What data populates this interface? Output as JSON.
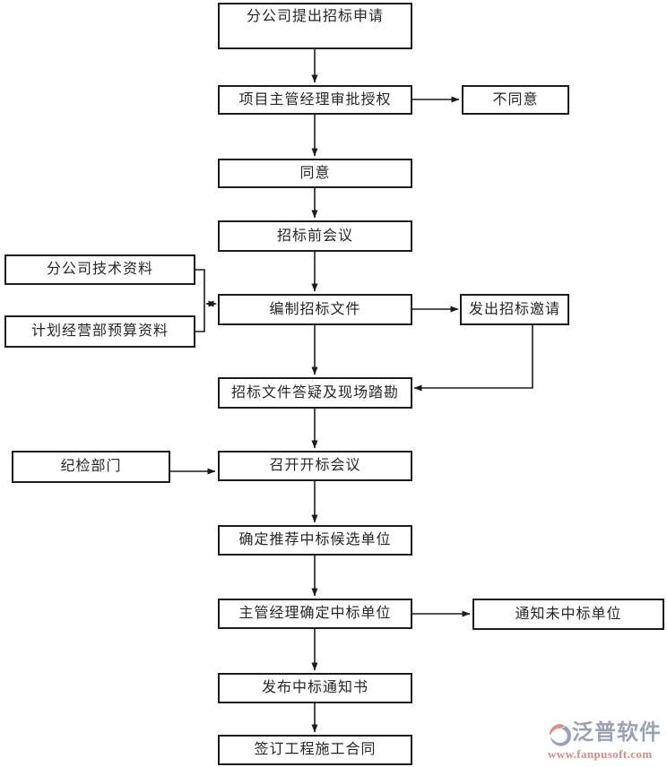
{
  "nodes": {
    "submit_application": "分公司提出招标申请",
    "manager_approval": "项目主管经理审批授权",
    "disagree": "不同意",
    "agree": "同意",
    "pre_bid_meeting": "招标前会议",
    "tech_data": "分公司技术资料",
    "budget_data": "计划经营部预算资料",
    "prepare_documents": "编制招标文件",
    "send_invitation": "发出招标邀请",
    "qa_site_survey": "招标文件答疑及现场踏勘",
    "discipline_dept": "纪检部门",
    "bid_opening": "召开开标会议",
    "candidates": "确定推荐中标候选单位",
    "confirm_winner": "主管经理确定中标单位",
    "notify_losers": "通知未中标单位",
    "publish_notice": "发布中标通知书",
    "sign_contract": "签订工程施工合同"
  },
  "logo": {
    "brand": "泛普软件",
    "url": "www.fanpusoft.com",
    "brand_color": "#9aa3b4",
    "url_color": "#dd8b7e",
    "icon_salmon": "#dd9082",
    "icon_gray_blue": "#9aa3b4"
  },
  "colors": {
    "background": "#ffffff",
    "box_border": "#1c1c1c",
    "box_fill": "#ffffff",
    "connector": "#1c1c1c",
    "text": "#262626"
  }
}
